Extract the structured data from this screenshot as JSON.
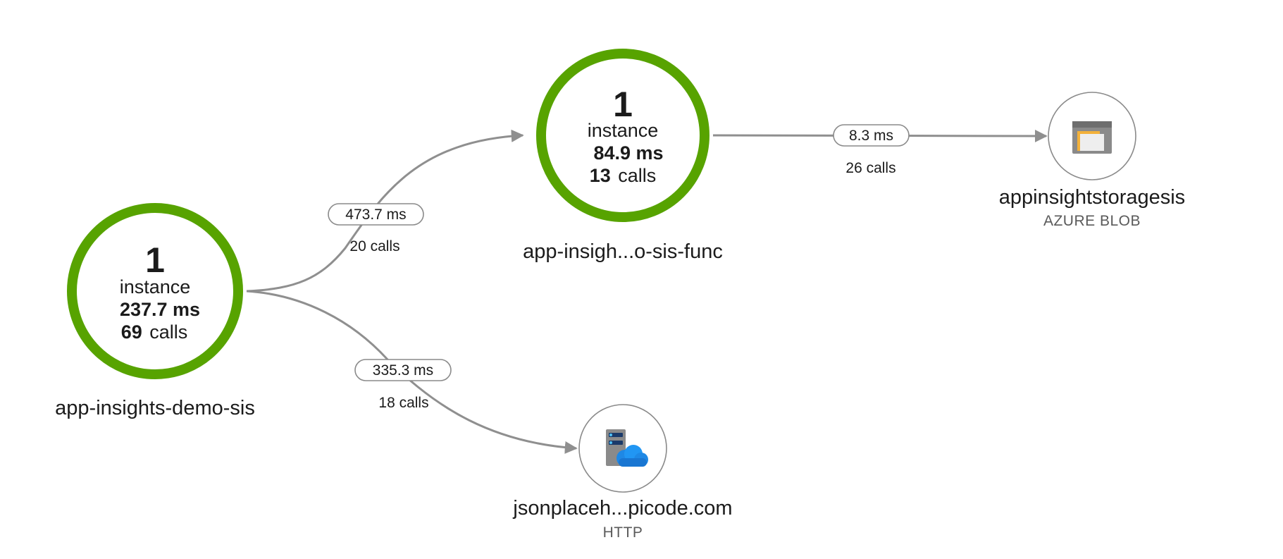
{
  "nodes": {
    "demo_sis": {
      "count": "1",
      "instance_label": "instance",
      "duration": "237.7 ms",
      "calls_count": "69",
      "calls_label": "calls",
      "name": "app-insights-demo-sis"
    },
    "sis_func": {
      "count": "1",
      "instance_label": "instance",
      "duration": "84.9 ms",
      "calls_count": "13",
      "calls_label": "calls",
      "name": "app-insigh...o-sis-func"
    }
  },
  "dependencies": {
    "blob": {
      "name": "appinsightstoragesis",
      "type": "AZURE BLOB",
      "icon": "storage-folder-icon"
    },
    "http": {
      "name": "jsonplaceh...picode.com",
      "type": "HTTP",
      "icon": "server-cloud-icon"
    }
  },
  "edges": {
    "to_func": {
      "duration": "473.7 ms",
      "calls": "20 calls"
    },
    "to_http": {
      "duration": "335.3 ms",
      "calls": "18 calls"
    },
    "to_blob": {
      "duration": "8.3 ms",
      "calls": "26 calls"
    }
  },
  "colors": {
    "healthy_ring": "#57a300",
    "edge": "#8f8f8f",
    "dependency_ring": "#8a8a8a"
  }
}
